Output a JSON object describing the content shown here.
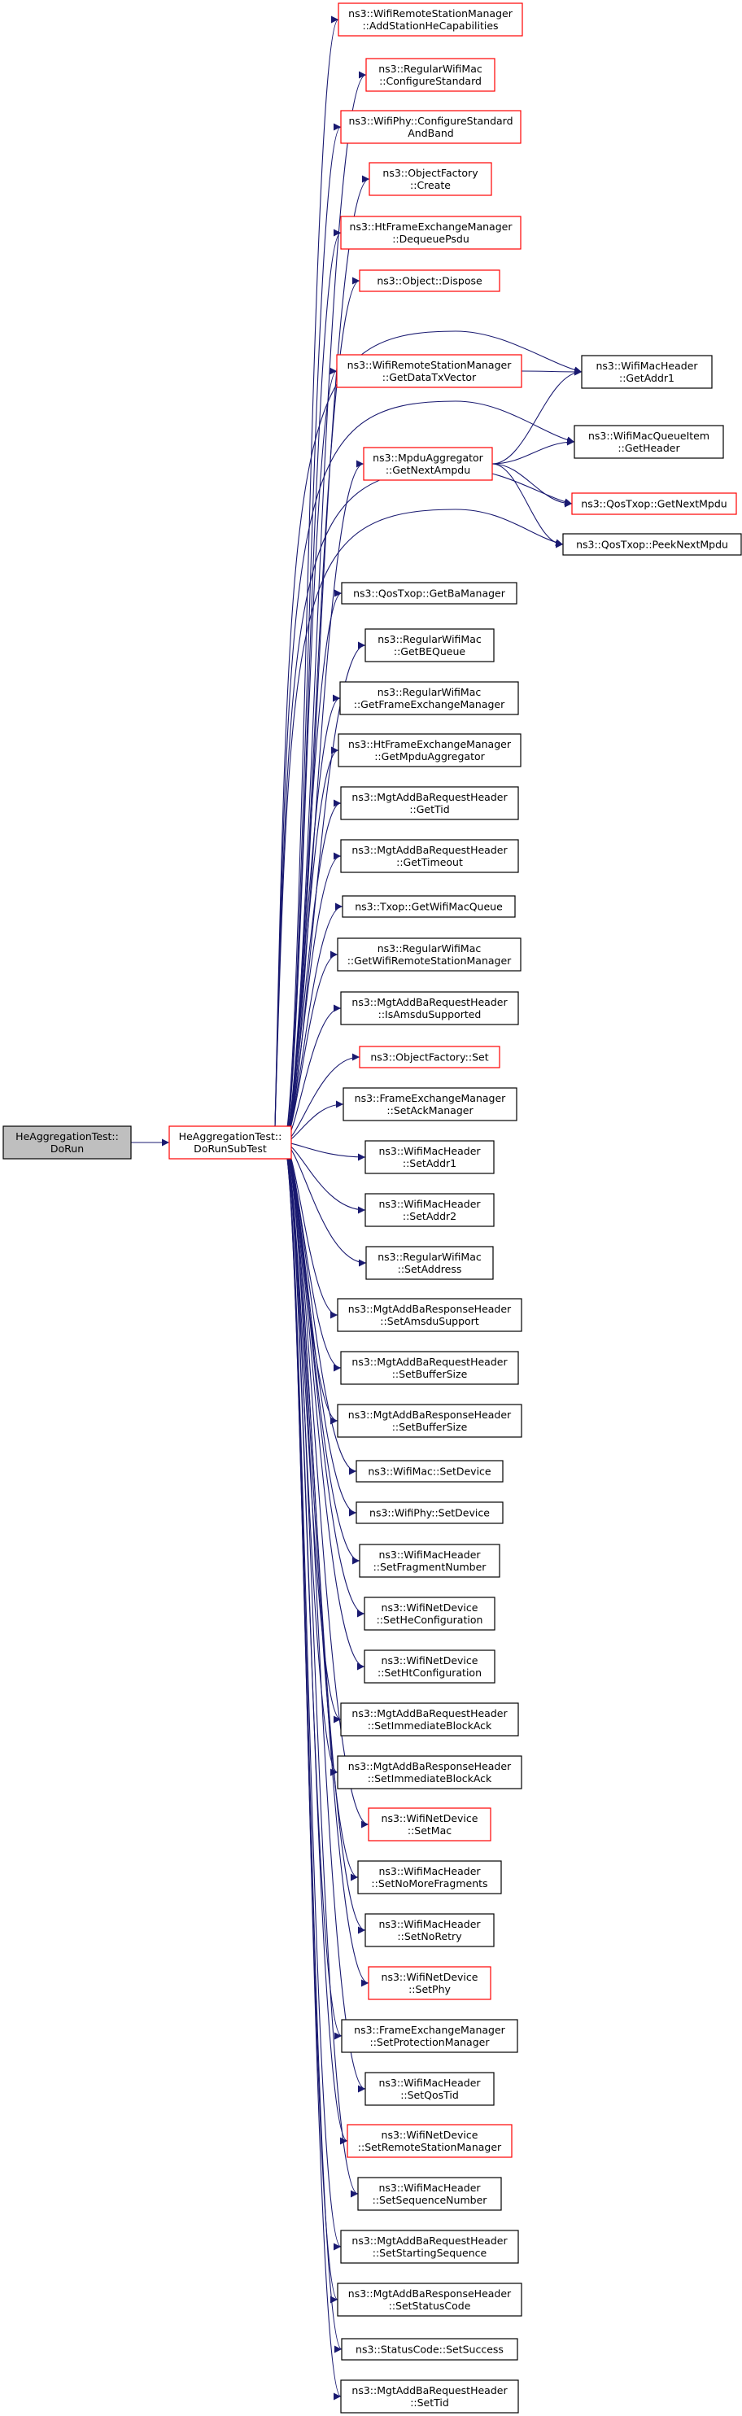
{
  "colors": {
    "edge": "#191970",
    "node_border_black": "#000000",
    "node_border_red": "#ff0000",
    "root_fill": "#bfbfbf",
    "node_fill": "#ffffff"
  },
  "nodes": {
    "root": {
      "lines": [
        "HeAggregationTest::",
        "DoRun"
      ],
      "border": "black",
      "fill": "grey"
    },
    "drst": {
      "lines": [
        "HeAggregationTest::",
        "DoRunSubTest"
      ],
      "border": "red"
    },
    "addsta": {
      "lines": [
        "ns3::WifiRemoteStationManager",
        "::AddStationHeCapabilities"
      ],
      "border": "red"
    },
    "confstd": {
      "lines": [
        "ns3::RegularWifiMac",
        "::ConfigureStandard"
      ],
      "border": "red"
    },
    "confstdband": {
      "lines": [
        "ns3::WifiPhy::ConfigureStandard",
        "AndBand"
      ],
      "border": "red"
    },
    "ofcreate": {
      "lines": [
        "ns3::ObjectFactory",
        "::Create"
      ],
      "border": "red"
    },
    "dequeue": {
      "lines": [
        "ns3::HtFrameExchangeManager",
        "::DequeuePsdu"
      ],
      "border": "red"
    },
    "dispose": {
      "lines": [
        "ns3::Object::Dispose"
      ],
      "border": "red"
    },
    "getdatatx": {
      "lines": [
        "ns3::WifiRemoteStationManager",
        "::GetDataTxVector"
      ],
      "border": "red"
    },
    "getaddr1": {
      "lines": [
        "ns3::WifiMacHeader",
        "::GetAddr1"
      ],
      "border": "black"
    },
    "getheader": {
      "lines": [
        "ns3::WifiMacQueueItem",
        "::GetHeader"
      ],
      "border": "black"
    },
    "getnextampdu": {
      "lines": [
        "ns3::MpduAggregator",
        "::GetNextAmpdu"
      ],
      "border": "red"
    },
    "getnextmpdu": {
      "lines": [
        "ns3::QosTxop::GetNextMpdu"
      ],
      "border": "red"
    },
    "peeknextmpdu": {
      "lines": [
        "ns3::QosTxop::PeekNextMpdu"
      ],
      "border": "black"
    },
    "getbamgr": {
      "lines": [
        "ns3::QosTxop::GetBaManager"
      ],
      "border": "black"
    },
    "getbequeue": {
      "lines": [
        "ns3::RegularWifiMac",
        "::GetBEQueue"
      ],
      "border": "black"
    },
    "getfem": {
      "lines": [
        "ns3::RegularWifiMac",
        "::GetFrameExchangeManager"
      ],
      "border": "black"
    },
    "getmpduagg": {
      "lines": [
        "ns3::HtFrameExchangeManager",
        "::GetMpduAggregator"
      ],
      "border": "black"
    },
    "gettid": {
      "lines": [
        "ns3::MgtAddBaRequestHeader",
        "::GetTid"
      ],
      "border": "black"
    },
    "gettimeout": {
      "lines": [
        "ns3::MgtAddBaRequestHeader",
        "::GetTimeout"
      ],
      "border": "black"
    },
    "getwmq": {
      "lines": [
        "ns3::Txop::GetWifiMacQueue"
      ],
      "border": "black"
    },
    "getwrsm": {
      "lines": [
        "ns3::RegularWifiMac",
        "::GetWifiRemoteStationManager"
      ],
      "border": "black"
    },
    "isamsdu": {
      "lines": [
        "ns3::MgtAddBaRequestHeader",
        "::IsAmsduSupported"
      ],
      "border": "black"
    },
    "ofset": {
      "lines": [
        "ns3::ObjectFactory::Set"
      ],
      "border": "red"
    },
    "setackmgr": {
      "lines": [
        "ns3::FrameExchangeManager",
        "::SetAckManager"
      ],
      "border": "black"
    },
    "setaddr1": {
      "lines": [
        "ns3::WifiMacHeader",
        "::SetAddr1"
      ],
      "border": "black"
    },
    "setaddr2": {
      "lines": [
        "ns3::WifiMacHeader",
        "::SetAddr2"
      ],
      "border": "black"
    },
    "setaddress": {
      "lines": [
        "ns3::RegularWifiMac",
        "::SetAddress"
      ],
      "border": "black"
    },
    "setamsdu": {
      "lines": [
        "ns3::MgtAddBaResponseHeader",
        "::SetAmsduSupport"
      ],
      "border": "black"
    },
    "setbufreq": {
      "lines": [
        "ns3::MgtAddBaRequestHeader",
        "::SetBufferSize"
      ],
      "border": "black"
    },
    "setbufresp": {
      "lines": [
        "ns3::MgtAddBaResponseHeader",
        "::SetBufferSize"
      ],
      "border": "black"
    },
    "macsetdev": {
      "lines": [
        "ns3::WifiMac::SetDevice"
      ],
      "border": "black"
    },
    "physetdev": {
      "lines": [
        "ns3::WifiPhy::SetDevice"
      ],
      "border": "black"
    },
    "setfragnum": {
      "lines": [
        "ns3::WifiMacHeader",
        "::SetFragmentNumber"
      ],
      "border": "black"
    },
    "sethecfg": {
      "lines": [
        "ns3::WifiNetDevice",
        "::SetHeConfiguration"
      ],
      "border": "black"
    },
    "sethtcfg": {
      "lines": [
        "ns3::WifiNetDevice",
        "::SetHtConfiguration"
      ],
      "border": "black"
    },
    "setimmreq": {
      "lines": [
        "ns3::MgtAddBaRequestHeader",
        "::SetImmediateBlockAck"
      ],
      "border": "black"
    },
    "setimmresp": {
      "lines": [
        "ns3::MgtAddBaResponseHeader",
        "::SetImmediateBlockAck"
      ],
      "border": "black"
    },
    "setmac": {
      "lines": [
        "ns3::WifiNetDevice",
        "::SetMac"
      ],
      "border": "red"
    },
    "setnomore": {
      "lines": [
        "ns3::WifiMacHeader",
        "::SetNoMoreFragments"
      ],
      "border": "black"
    },
    "setnoretry": {
      "lines": [
        "ns3::WifiMacHeader",
        "::SetNoRetry"
      ],
      "border": "black"
    },
    "setphy": {
      "lines": [
        "ns3::WifiNetDevice",
        "::SetPhy"
      ],
      "border": "red"
    },
    "setprotmgr": {
      "lines": [
        "ns3::FrameExchangeManager",
        "::SetProtectionManager"
      ],
      "border": "black"
    },
    "setqostid": {
      "lines": [
        "ns3::WifiMacHeader",
        "::SetQosTid"
      ],
      "border": "black"
    },
    "setrsm": {
      "lines": [
        "ns3::WifiNetDevice",
        "::SetRemoteStationManager"
      ],
      "border": "red"
    },
    "setseqnum": {
      "lines": [
        "ns3::WifiMacHeader",
        "::SetSequenceNumber"
      ],
      "border": "black"
    },
    "setstartseq": {
      "lines": [
        "ns3::MgtAddBaRequestHeader",
        "::SetStartingSequence"
      ],
      "border": "black"
    },
    "setstatuscode": {
      "lines": [
        "ns3::MgtAddBaResponseHeader",
        "::SetStatusCode"
      ],
      "border": "black"
    },
    "setsuccess": {
      "lines": [
        "ns3::StatusCode::SetSuccess"
      ],
      "border": "black"
    },
    "settid": {
      "lines": [
        "ns3::MgtAddBaRequestHeader",
        "::SetTid"
      ],
      "border": "black"
    }
  },
  "edges": [
    [
      "root",
      "drst"
    ],
    [
      "drst",
      "addsta"
    ],
    [
      "drst",
      "confstd"
    ],
    [
      "drst",
      "confstdband"
    ],
    [
      "drst",
      "ofcreate"
    ],
    [
      "drst",
      "dequeue"
    ],
    [
      "drst",
      "dispose"
    ],
    [
      "drst",
      "getaddr1"
    ],
    [
      "drst",
      "getdatatx"
    ],
    [
      "drst",
      "getheader"
    ],
    [
      "drst",
      "getnextampdu"
    ],
    [
      "drst",
      "getnextmpdu"
    ],
    [
      "drst",
      "peeknextmpdu"
    ],
    [
      "drst",
      "getbamgr"
    ],
    [
      "drst",
      "getbequeue"
    ],
    [
      "drst",
      "getfem"
    ],
    [
      "drst",
      "getmpduagg"
    ],
    [
      "drst",
      "gettid"
    ],
    [
      "drst",
      "gettimeout"
    ],
    [
      "drst",
      "getwmq"
    ],
    [
      "drst",
      "getwrsm"
    ],
    [
      "drst",
      "isamsdu"
    ],
    [
      "drst",
      "ofset"
    ],
    [
      "drst",
      "setackmgr"
    ],
    [
      "drst",
      "setaddr1"
    ],
    [
      "drst",
      "setaddr2"
    ],
    [
      "drst",
      "setaddress"
    ],
    [
      "drst",
      "setamsdu"
    ],
    [
      "drst",
      "setbufreq"
    ],
    [
      "drst",
      "setbufresp"
    ],
    [
      "drst",
      "macsetdev"
    ],
    [
      "drst",
      "physetdev"
    ],
    [
      "drst",
      "setfragnum"
    ],
    [
      "drst",
      "sethecfg"
    ],
    [
      "drst",
      "sethtcfg"
    ],
    [
      "drst",
      "setimmreq"
    ],
    [
      "drst",
      "setimmresp"
    ],
    [
      "drst",
      "setmac"
    ],
    [
      "drst",
      "setnomore"
    ],
    [
      "drst",
      "setnoretry"
    ],
    [
      "drst",
      "setphy"
    ],
    [
      "drst",
      "setprotmgr"
    ],
    [
      "drst",
      "setqostid"
    ],
    [
      "drst",
      "setrsm"
    ],
    [
      "drst",
      "setseqnum"
    ],
    [
      "drst",
      "setstartseq"
    ],
    [
      "drst",
      "setstatuscode"
    ],
    [
      "drst",
      "setsuccess"
    ],
    [
      "drst",
      "settid"
    ],
    [
      "getdatatx",
      "getaddr1"
    ],
    [
      "getnextampdu",
      "getaddr1"
    ],
    [
      "getnextampdu",
      "getheader"
    ],
    [
      "getnextampdu",
      "getnextmpdu"
    ],
    [
      "getnextampdu",
      "peeknextmpdu"
    ]
  ]
}
